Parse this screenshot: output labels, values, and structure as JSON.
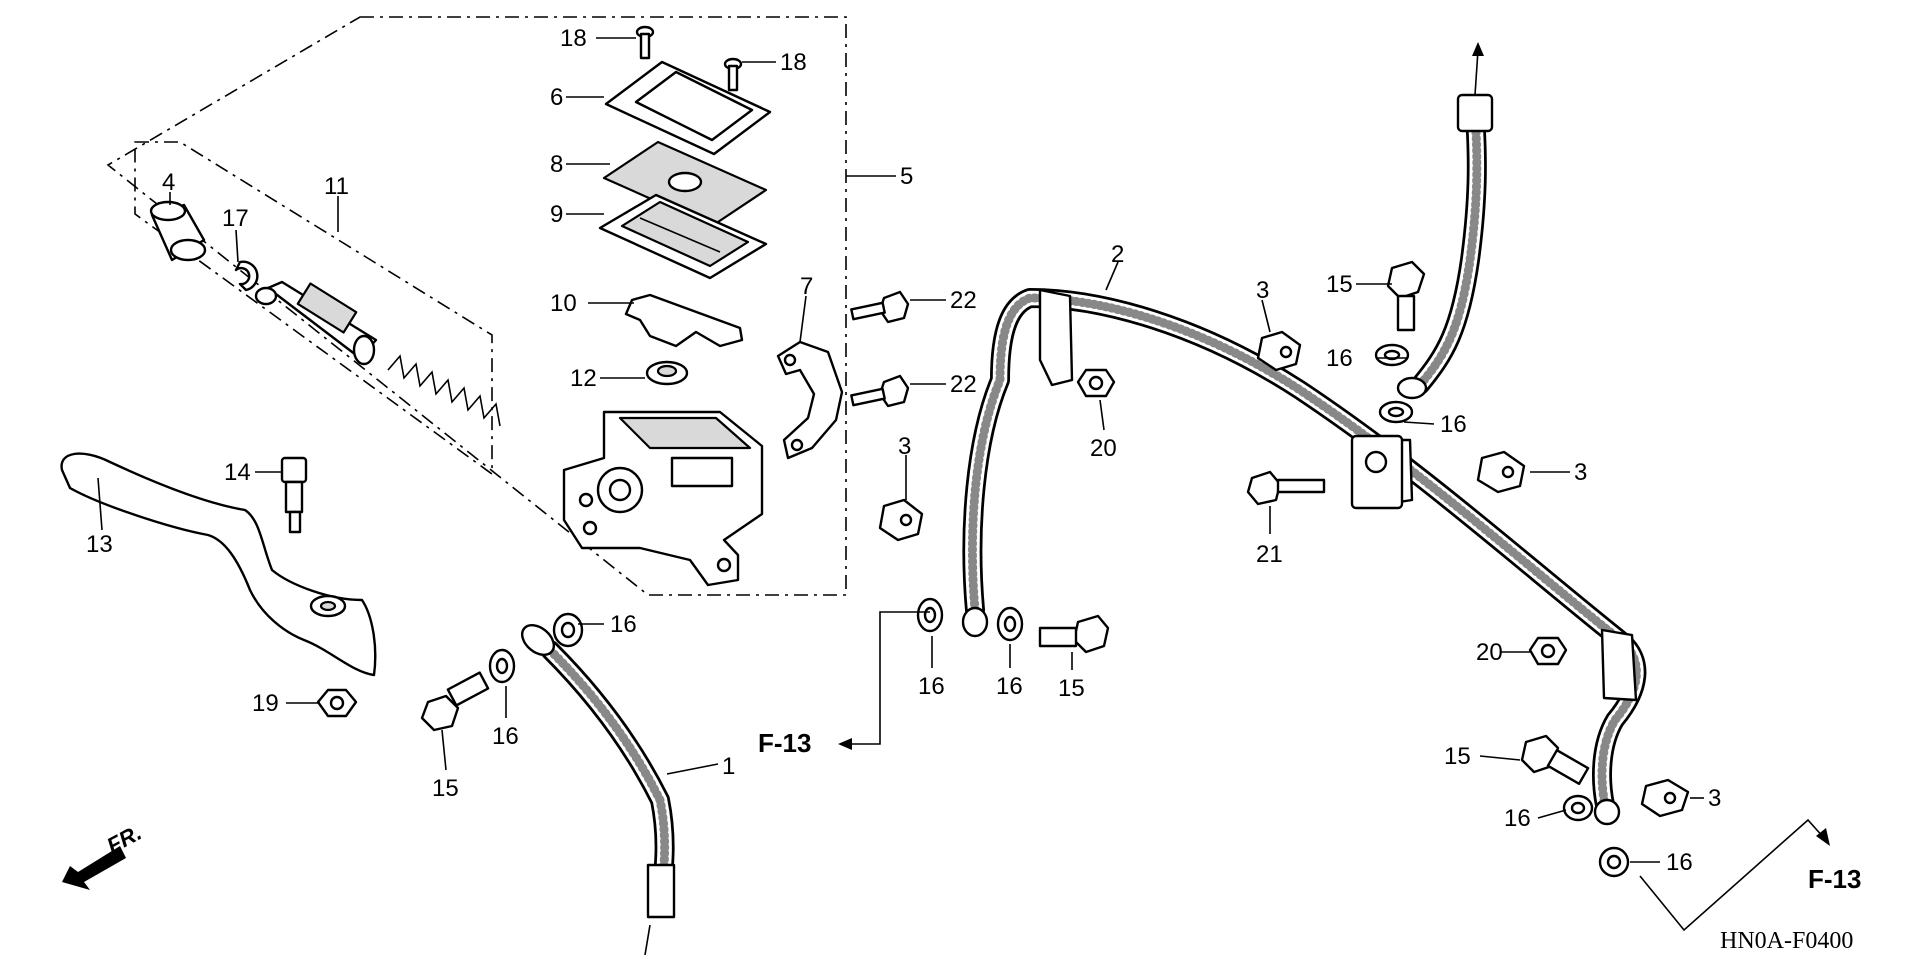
{
  "diagram": {
    "drawing_code": "HN0A-F0400",
    "direction_label": "FR.",
    "references": [
      "F-13",
      "F-13"
    ],
    "callouts": [
      "1",
      "2",
      "3",
      "3",
      "3",
      "3",
      "4",
      "5",
      "6",
      "7",
      "8",
      "9",
      "10",
      "11",
      "12",
      "13",
      "14",
      "15",
      "15",
      "15",
      "15",
      "16",
      "16",
      "16",
      "16",
      "16",
      "16",
      "16",
      "16",
      "17",
      "18",
      "18",
      "19",
      "20",
      "20",
      "21",
      "22",
      "22"
    ]
  }
}
